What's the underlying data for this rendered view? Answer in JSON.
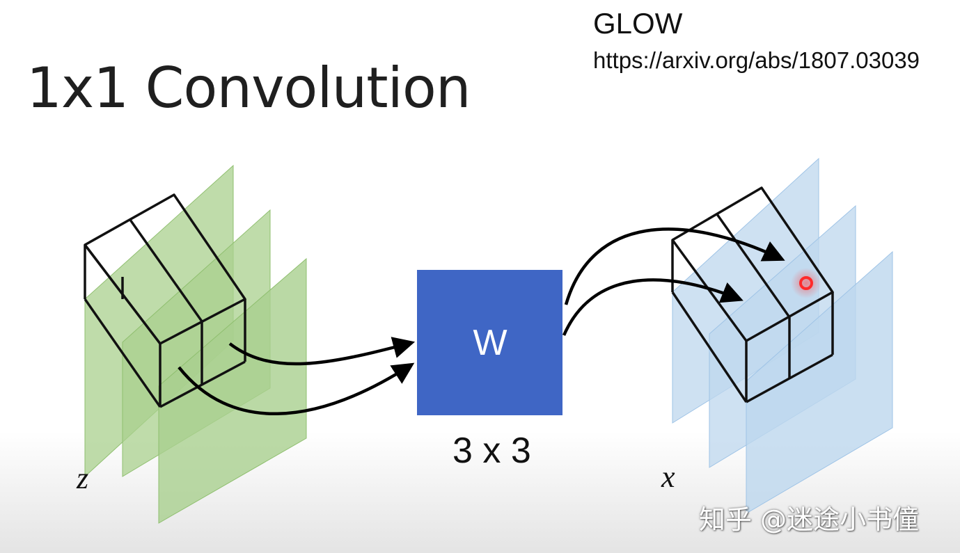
{
  "slide": {
    "title": "1x1 Convolution",
    "reference_name": "GLOW",
    "reference_url": "https://arxiv.org/abs/1807.03039"
  },
  "diagram": {
    "input_label": "z",
    "output_label": "x",
    "matrix_label": "W",
    "matrix_size": "3 x 3",
    "colors": {
      "input_planes": "#a9d08e",
      "output_planes": "#bdd7ee",
      "matrix": "#3f66c5",
      "cursor": "#ff2a2a"
    }
  },
  "watermark": "知乎 @迷途小书僮"
}
